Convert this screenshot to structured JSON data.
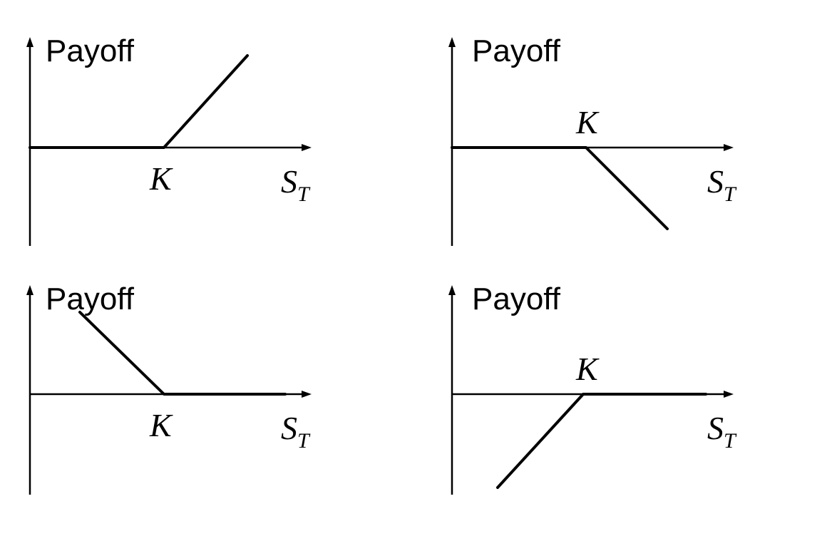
{
  "panels": [
    {
      "id": "long-call",
      "y_axis_label": "Payoff",
      "strike_label": "K",
      "x_axis_label": "S",
      "x_axis_subscript": "T",
      "shape": "long-call"
    },
    {
      "id": "short-call",
      "y_axis_label": "Payoff",
      "strike_label": "K",
      "x_axis_label": "S",
      "x_axis_subscript": "T",
      "shape": "short-call"
    },
    {
      "id": "long-put",
      "y_axis_label": "Payoff",
      "strike_label": "K",
      "x_axis_label": "S",
      "x_axis_subscript": "T",
      "shape": "long-put"
    },
    {
      "id": "short-put",
      "y_axis_label": "Payoff",
      "strike_label": "K",
      "x_axis_label": "S",
      "x_axis_subscript": "T",
      "shape": "short-put"
    }
  ]
}
